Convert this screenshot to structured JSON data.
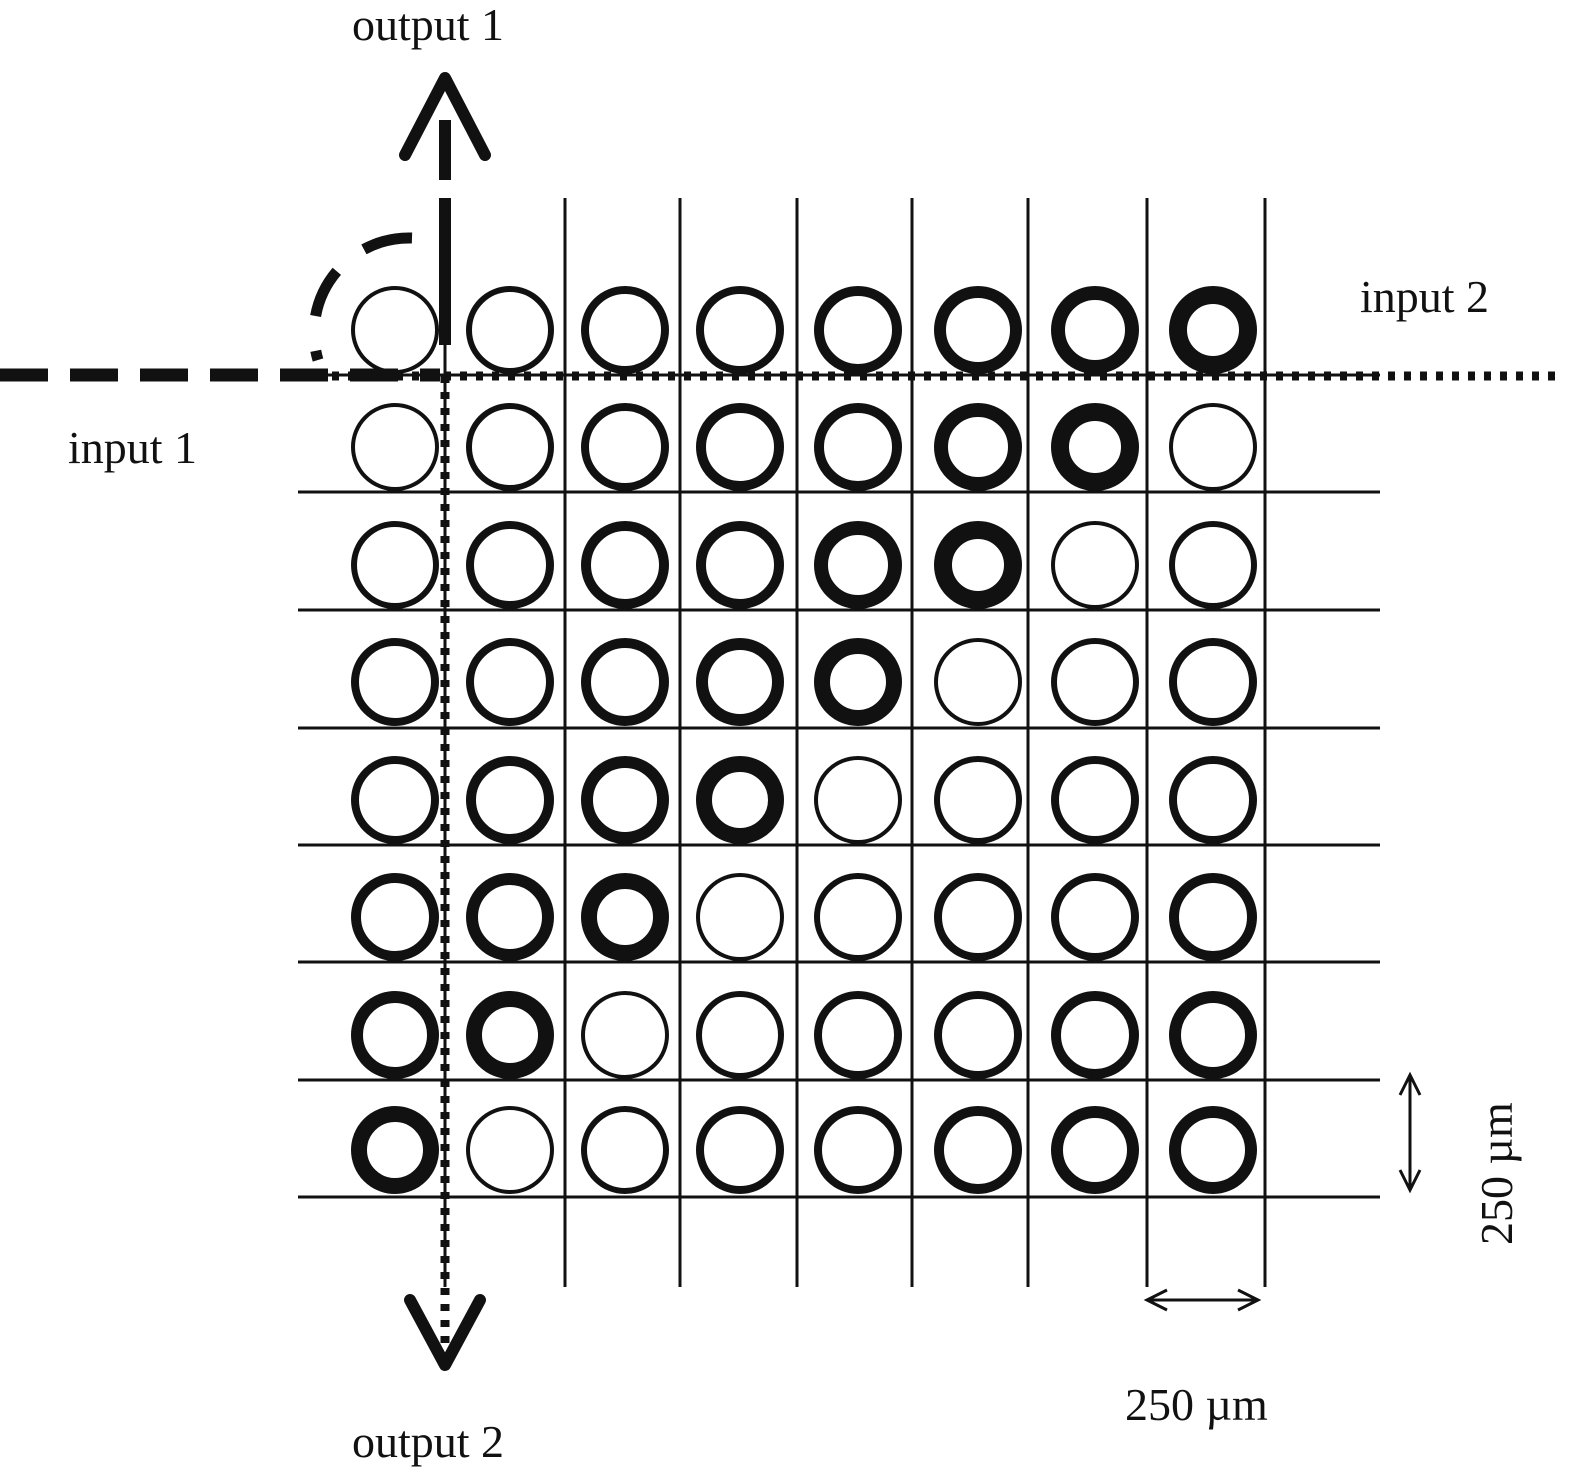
{
  "labels": {
    "output1": "output 1",
    "output2": "output 2",
    "input1": "input 1",
    "input2": "input 2",
    "scale_horizontal": "250 µm",
    "scale_vertical": "250 µm"
  },
  "grid": {
    "rows": 8,
    "cols": 8,
    "ring_coupling_levels": [
      [
        1,
        2,
        3,
        3,
        4,
        5,
        6,
        8
      ],
      [
        1,
        2,
        3,
        4,
        4,
        6,
        8,
        1
      ],
      [
        2,
        3,
        4,
        4,
        6,
        8,
        1,
        2
      ],
      [
        3,
        3,
        4,
        5,
        7,
        1,
        2,
        3
      ],
      [
        3,
        4,
        5,
        7,
        1,
        2,
        3,
        3
      ],
      [
        4,
        5,
        7,
        1,
        2,
        3,
        3,
        4
      ],
      [
        5,
        7,
        1,
        2,
        3,
        3,
        4,
        5
      ],
      [
        7,
        1,
        2,
        3,
        3,
        4,
        5,
        5
      ]
    ]
  },
  "colors": {
    "ink": "#111111",
    "background": "#ffffff"
  }
}
